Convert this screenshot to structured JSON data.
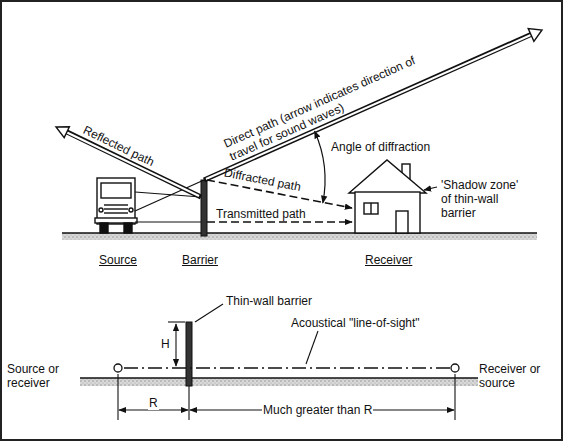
{
  "diagram": {
    "labels": [
      "Direct path (arrow indicates direction of travel for sound waves)",
      "Reflected path",
      "Angle of diffraction",
      "Diffracted path",
      "Transmitted path",
      "'Shadow zone' of thin-wall barrier",
      "Source",
      "Barrier",
      "Receiver",
      "Thin-wall barrier",
      "Acoustical \"line-of-sight\"",
      "H",
      "Source or receiver",
      "Receiver or source",
      "R",
      "Much greater than R"
    ]
  }
}
